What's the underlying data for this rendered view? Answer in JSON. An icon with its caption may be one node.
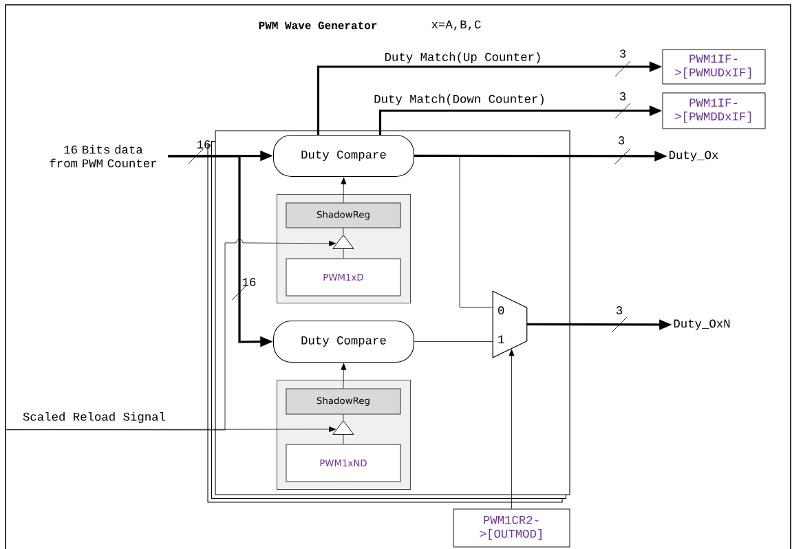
{
  "diagram": {
    "title": "PWM Wave Generator",
    "nodes": [
      {
        "text": [],
        "shape": "box"
      },
      {
        "text": [
          "16 Bits data from PWM Counter"
        ]
      },
      {
        "text": [
          "Duty Compare"
        ],
        "in": 0
      },
      {
        "text": [],
        "shape": "box",
        "in": 0
      },
      {
        "text": [
          "ShadowReg"
        ],
        "in": 3
      },
      {
        "text": [],
        "shape": "triangle",
        "in": 3
      },
      {
        "text": [
          "PWM1xD"
        ],
        "in": 3
      },
      {
        "text": [
          "Duty Compare"
        ],
        "in": 0
      },
      {
        "text": [],
        "shape": "box",
        "in": 0
      },
      {
        "text": [
          "ShadowReg"
        ],
        "in": 8
      },
      {
        "text": [],
        "shape": "triangle",
        "in": 8
      },
      {
        "text": [
          "PWM1xND"
        ],
        "in": 8
      },
      {
        "text": [
          "0",
          "1"
        ],
        "in": 0
      },
      {
        "text": [
          "PWM1IF- >[PWMUDxIF]"
        ]
      },
      {
        "text": [
          "PWM1IF- >[PWMDDxIF]"
        ]
      },
      {
        "text": [
          "Duty_Ox"
        ]
      },
      {
        "text": [
          "Duty_OxN"
        ]
      },
      {
        "text": [
          "Scaled Reload Signal"
        ]
      },
      {
        "text": [
          "PWM1CR2- >[OUTMOD]"
        ]
      }
    ],
    "edges": [
      {
        "from": 1,
        "to": 2,
        "arrow": "to",
        "label": "16",
        "style": "thick"
      },
      {
        "from": 1,
        "to": 7,
        "arrow": "to",
        "label": "16",
        "style": "thick"
      },
      {
        "from": 2,
        "to": 13,
        "arrow": "to",
        "label": "Duty Match(Up Counter)",
        "style": "thick"
      },
      {
        "from": 2,
        "to": 14,
        "arrow": "to",
        "label": "Duty Match(Down Counter)",
        "style": "thick"
      },
      {
        "from": 2,
        "to": 15,
        "arrow": "to",
        "label": "3",
        "style": "thick"
      },
      {
        "from": 2,
        "to": 12,
        "arrow": "none"
      },
      {
        "from": 7,
        "to": 12,
        "arrow": "none"
      },
      {
        "from": 12,
        "to": 16,
        "arrow": "to",
        "label": "3",
        "style": "thick"
      },
      {
        "from": 18,
        "to": 12,
        "arrow": "to"
      },
      {
        "from": 4,
        "to": 2,
        "arrow": "to"
      },
      {
        "from": 6,
        "to": 5,
        "arrow": "none"
      },
      {
        "from": 5,
        "to": 4,
        "arrow": "none"
      },
      {
        "from": 17,
        "to": 10,
        "arrow": "to"
      },
      {
        "from": 17,
        "to": 5,
        "arrow": "to"
      },
      {
        "from": 9,
        "to": 7,
        "arrow": "to"
      },
      {
        "from": 11,
        "to": 10,
        "arrow": "none"
      },
      {
        "from": 10,
        "to": 9,
        "arrow": "none"
      }
    ],
    "labels": [
      "x=A,B,C",
      "3",
      "3"
    ]
  }
}
